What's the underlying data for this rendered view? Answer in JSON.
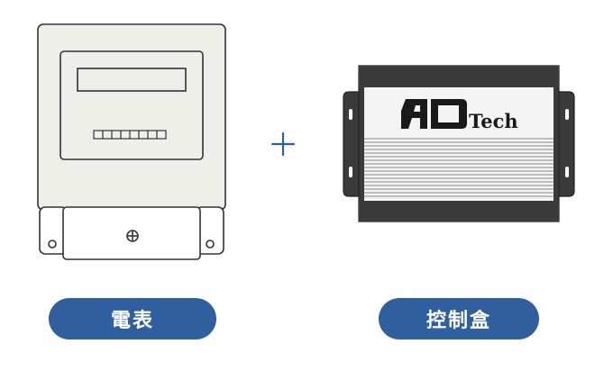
{
  "meter": {
    "label": "電表"
  },
  "controller": {
    "label": "控制盒",
    "logo_text": "Tech"
  },
  "operator": "+",
  "colors": {
    "pill": "#2f5f9e",
    "plus": "#2f5f9e",
    "meter_body": "#efefe9",
    "outline": "#333333",
    "box_dark": "#3a3a3a"
  }
}
